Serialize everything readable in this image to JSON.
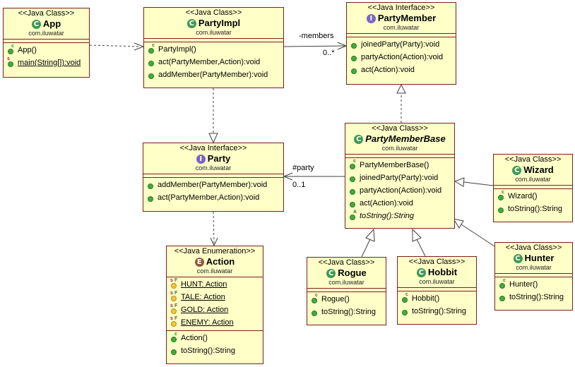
{
  "classes": {
    "app": {
      "stereotype": "<<Java Class>>",
      "name": "App",
      "package": "com.iluwatar",
      "methods": [
        {
          "text": "App()",
          "mods": "c"
        },
        {
          "text": "main(String[]):void",
          "mods": "s",
          "underline": true
        }
      ]
    },
    "party_impl": {
      "stereotype": "<<Java Class>>",
      "name": "PartyImpl",
      "package": "com.iluwatar",
      "methods": [
        {
          "text": "PartyImpl()",
          "mods": "c"
        },
        {
          "text": "act(PartyMember,Action):void",
          "mods": ""
        },
        {
          "text": "addMember(PartyMember):void",
          "mods": ""
        }
      ]
    },
    "party_member": {
      "stereotype": "<<Java Interface>>",
      "name": "PartyMember",
      "package": "com.iluwatar",
      "methods": [
        {
          "text": "joinedParty(Party):void",
          "mods": ""
        },
        {
          "text": "partyAction(Action):void",
          "mods": ""
        },
        {
          "text": "act(Action):void",
          "mods": ""
        }
      ]
    },
    "party_member_base": {
      "stereotype": "<<Java Class>>",
      "name": "PartyMemberBase",
      "package": "com.iluwatar",
      "methods": [
        {
          "text": "PartyMemberBase()",
          "mods": "c"
        },
        {
          "text": "joinedParty(Party):void",
          "mods": ""
        },
        {
          "text": "partyAction(Action):void",
          "mods": ""
        },
        {
          "text": "act(Action):void",
          "mods": ""
        },
        {
          "text": "toString():String",
          "mods": "a",
          "italic": true
        }
      ]
    },
    "party": {
      "stereotype": "<<Java Interface>>",
      "name": "Party",
      "package": "com.iluwatar",
      "methods": [
        {
          "text": "addMember(PartyMember):void",
          "mods": ""
        },
        {
          "text": "act(PartyMember,Action):void",
          "mods": ""
        }
      ]
    },
    "wizard": {
      "stereotype": "<<Java Class>>",
      "name": "Wizard",
      "package": "com.iluwatar",
      "methods": [
        {
          "text": "Wizard()",
          "mods": "c"
        },
        {
          "text": "toString():String",
          "mods": ""
        }
      ]
    },
    "action": {
      "stereotype": "<<Java Enumeration>>",
      "name": "Action",
      "package": "com.iluwatar",
      "fields": [
        {
          "text": "HUNT: Action",
          "mods": "sf",
          "underline": true
        },
        {
          "text": "TALE: Action",
          "mods": "sf",
          "underline": true
        },
        {
          "text": "GOLD: Action",
          "mods": "sf",
          "underline": true
        },
        {
          "text": "ENEMY: Action",
          "mods": "sf",
          "underline": true
        }
      ],
      "methods": [
        {
          "text": "Action()",
          "mods": "c"
        },
        {
          "text": "toString():String",
          "mods": ""
        }
      ]
    },
    "rogue": {
      "stereotype": "<<Java Class>>",
      "name": "Rogue",
      "package": "com.iluwatar",
      "methods": [
        {
          "text": "Rogue()",
          "mods": "c"
        },
        {
          "text": "toString():String",
          "mods": ""
        }
      ]
    },
    "hobbit": {
      "stereotype": "<<Java Class>>",
      "name": "Hobbit",
      "package": "com.iluwatar",
      "methods": [
        {
          "text": "Hobbit()",
          "mods": "c"
        },
        {
          "text": "toString():String",
          "mods": ""
        }
      ]
    },
    "hunter": {
      "stereotype": "<<Java Class>>",
      "name": "Hunter",
      "package": "com.iluwatar",
      "methods": [
        {
          "text": "Hunter()",
          "mods": "c"
        },
        {
          "text": "toString():String",
          "mods": ""
        }
      ]
    }
  },
  "labels": {
    "members_role": "-members",
    "members_mult": "0..*",
    "party_role": "#party",
    "party_mult": "0..1"
  },
  "colors": {
    "box_fill": "#ffffc8",
    "box_border": "#7a1f1f",
    "edge": "#404040",
    "class_badge": "#3d9a52",
    "interface_badge": "#7a63c7",
    "enum_badge": "#8f5a3a"
  }
}
